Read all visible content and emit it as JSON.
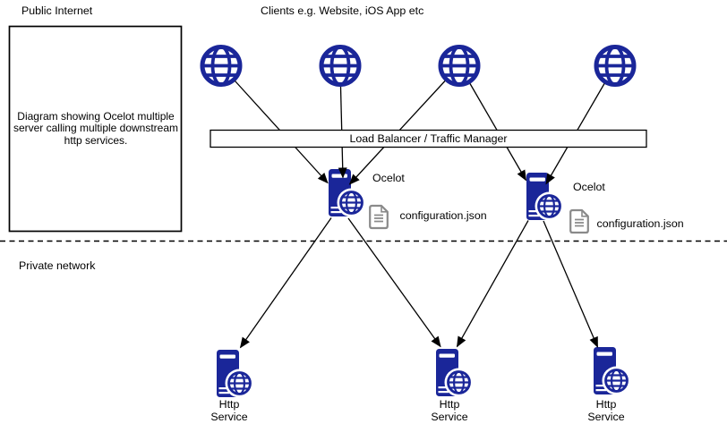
{
  "labels": {
    "public_internet": "Public Internet",
    "clients": "Clients e.g. Website, iOS App etc",
    "description": "Diagram showing Ocelot multiple server calling multiple downstream http services.",
    "load_balancer": "Load Balancer / Traffic Manager",
    "private_network": "Private network"
  },
  "client_nodes": [
    {
      "icon": "globe-icon"
    },
    {
      "icon": "globe-icon"
    },
    {
      "icon": "globe-icon"
    },
    {
      "icon": "globe-icon"
    }
  ],
  "gateways": [
    {
      "name": "Ocelot",
      "config_file": "configuration.json",
      "icon": "server-with-globe-icon"
    },
    {
      "name": "Ocelot",
      "config_file": "configuration.json",
      "icon": "server-with-globe-icon"
    }
  ],
  "services": [
    {
      "name": "Http\nService",
      "icon": "server-with-globe-icon"
    },
    {
      "name": "Http\nService",
      "icon": "server-with-globe-icon"
    },
    {
      "name": "Http\nService",
      "icon": "server-with-globe-icon"
    }
  ],
  "icons": {
    "client": "globe-icon",
    "gateway": "server-with-globe-icon",
    "service": "server-with-globe-icon",
    "config": "document-icon"
  },
  "colors": {
    "icon_navy": "#1a2699",
    "document_gray": "#8a8a8a",
    "line_black": "#000000",
    "background": "#ffffff"
  }
}
